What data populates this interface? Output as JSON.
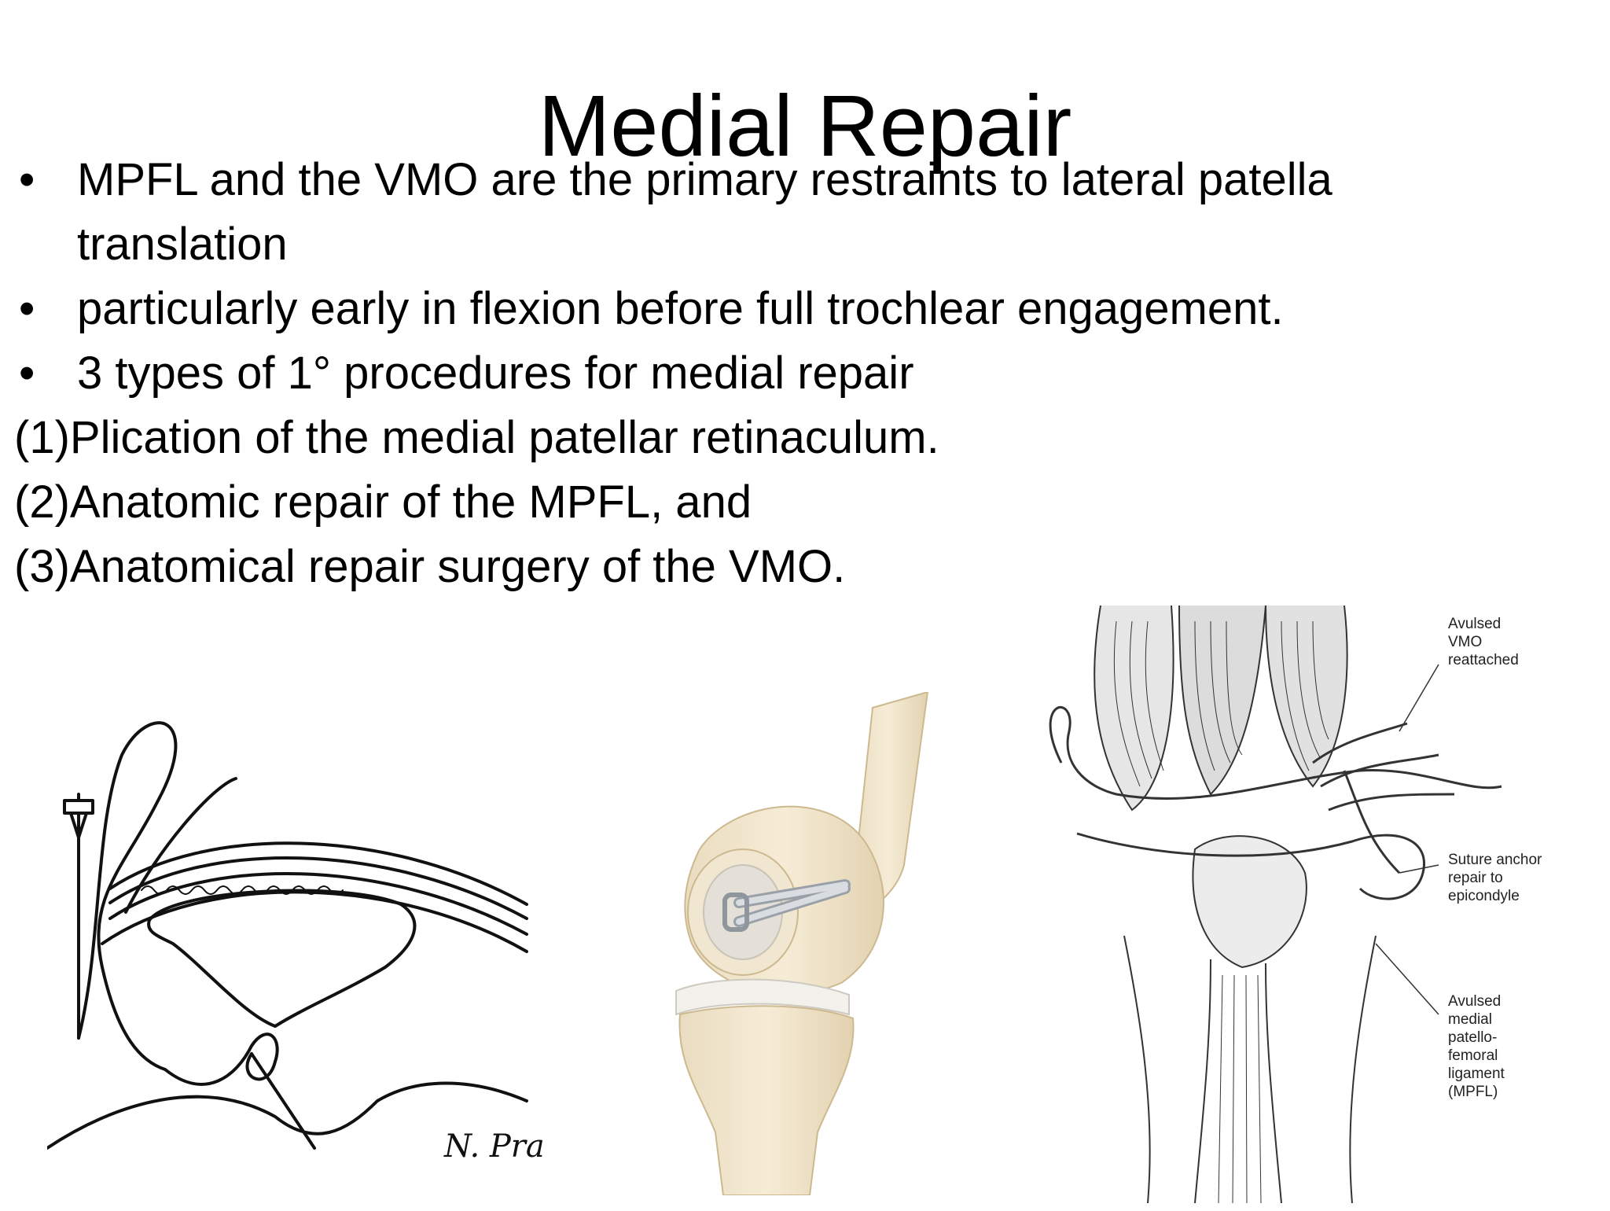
{
  "slide": {
    "title": "Medial Repair",
    "bullet_symbol": "•",
    "bullets": [
      "MPFL and the VMO are the primary restraints to lateral patella translation",
      "particularly early in flexion before full trochlear  engagement.",
      "3 types of 1° procedures for medial repair"
    ],
    "procedures": [
      "(1)Plication of the medial patellar retinaculum.",
      "(2)Anatomic repair of the MPFL, and",
      "(3)Anatomical repair surgery of the VMO."
    ]
  },
  "figures": {
    "left": {
      "signature": "N. Pra"
    },
    "right": {
      "callouts": [
        "Avulsed VMO reattached",
        "Suture anchor repair to epicondyle",
        "Avulsed medial patello-femoral ligament (MPFL)"
      ]
    }
  }
}
